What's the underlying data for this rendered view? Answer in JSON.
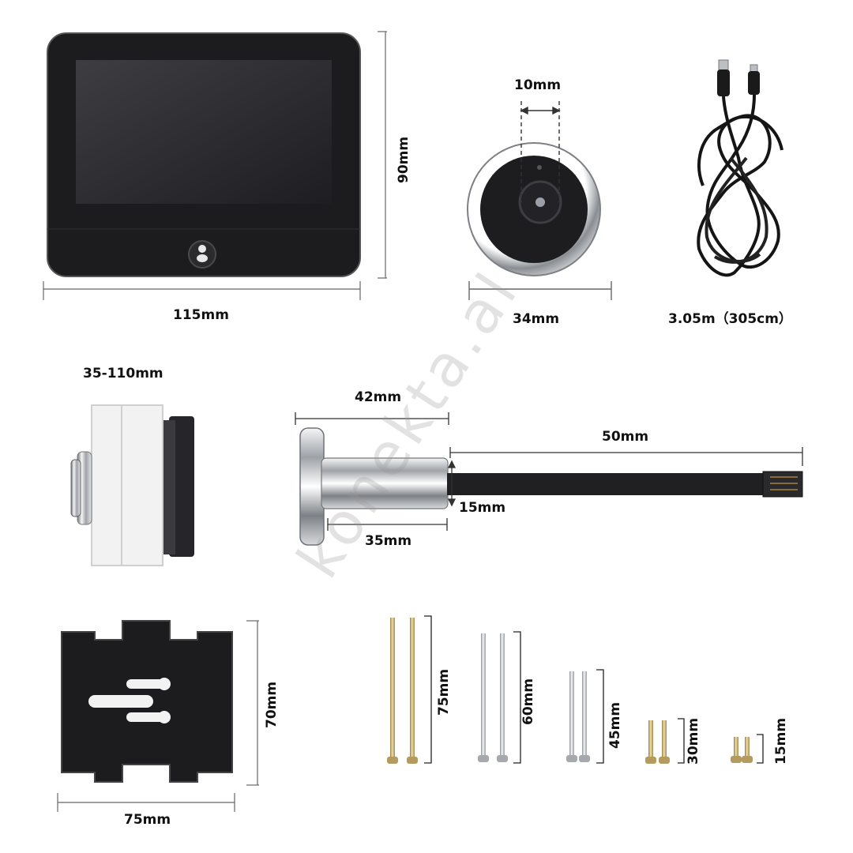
{
  "watermark": "konekta.al",
  "labels": {
    "monitor_width": "115mm",
    "monitor_height": "90mm",
    "lens_width": "34mm",
    "lens_inner": "10mm",
    "cable_length": "3.05m（305cm）",
    "door_thickness": "35-110mm",
    "peephole_length": "42mm",
    "ribbon_length": "50mm",
    "tube_diameter": "15mm",
    "tube_length": "35mm",
    "plate_width": "75mm",
    "plate_height": "70mm",
    "screw_75": "75mm",
    "screw_60": "60mm",
    "screw_45": "45mm",
    "screw_30": "30mm",
    "screw_15": "15mm"
  },
  "colors": {
    "device_black": "#1c1c1e",
    "screen": "#2b2b2e",
    "chrome": "#c9ccd0",
    "brass": "#c8ab6e",
    "door_panel": "#f2f2f2"
  }
}
